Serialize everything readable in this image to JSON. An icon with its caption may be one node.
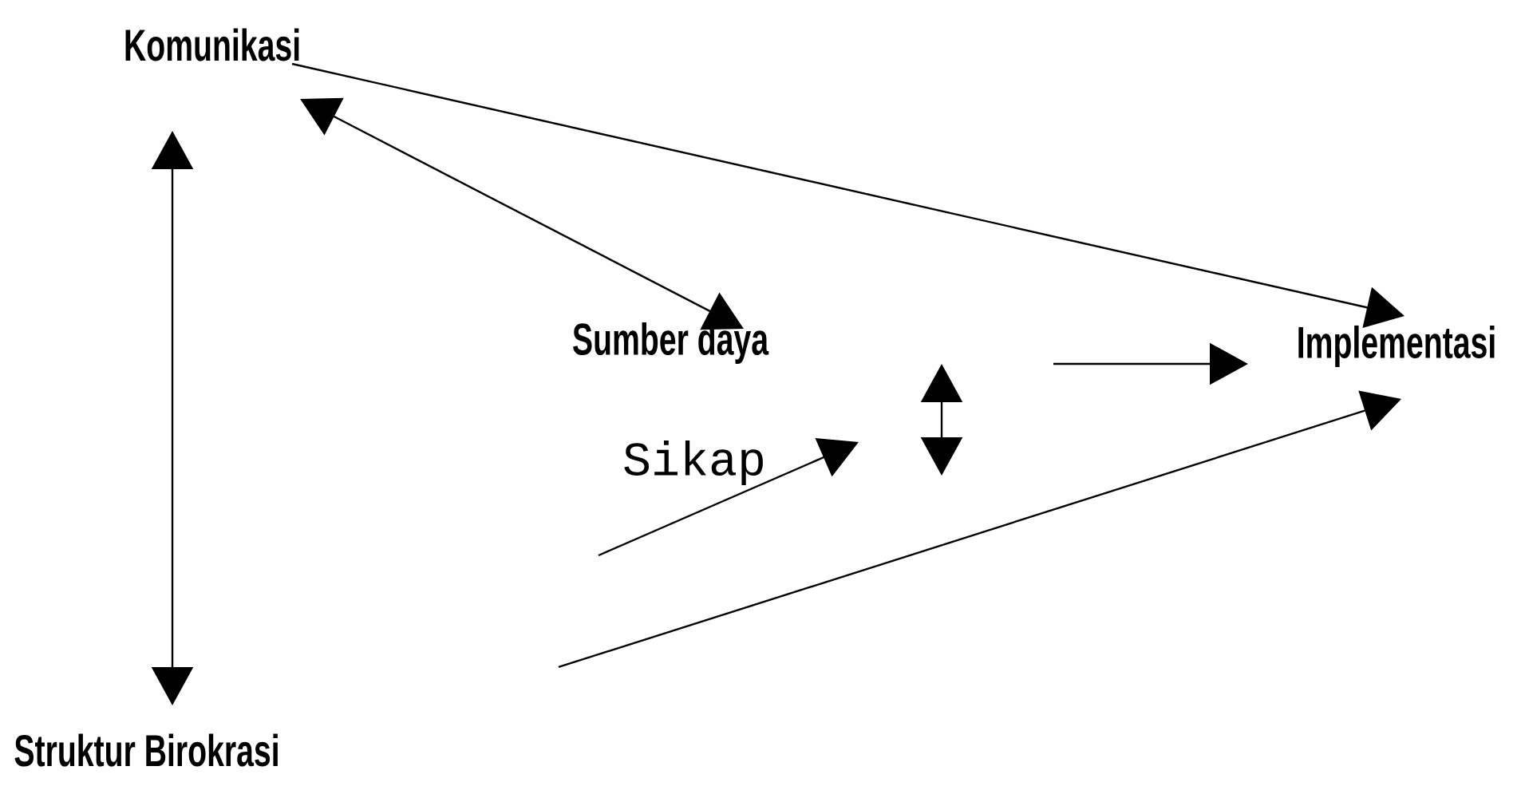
{
  "diagram": {
    "nodes": [
      {
        "text": [
          "Komunikasi"
        ]
      },
      {
        "text": [
          "Sumber daya"
        ]
      },
      {
        "text": [
          "Sikap"
        ]
      },
      {
        "text": [
          "Implementasi"
        ]
      },
      {
        "text": [
          "Struktur Birokrasi"
        ]
      }
    ],
    "edges": [
      {
        "from": 0,
        "to": 3,
        "arrow": "to"
      },
      {
        "from": 0,
        "to": 1,
        "arrow": "both"
      },
      {
        "from": 0,
        "to": 4,
        "arrow": "both"
      },
      {
        "from": null,
        "to": 3,
        "arrow": "to"
      },
      {
        "from": null,
        "to": 3,
        "arrow": "to"
      }
    ]
  }
}
